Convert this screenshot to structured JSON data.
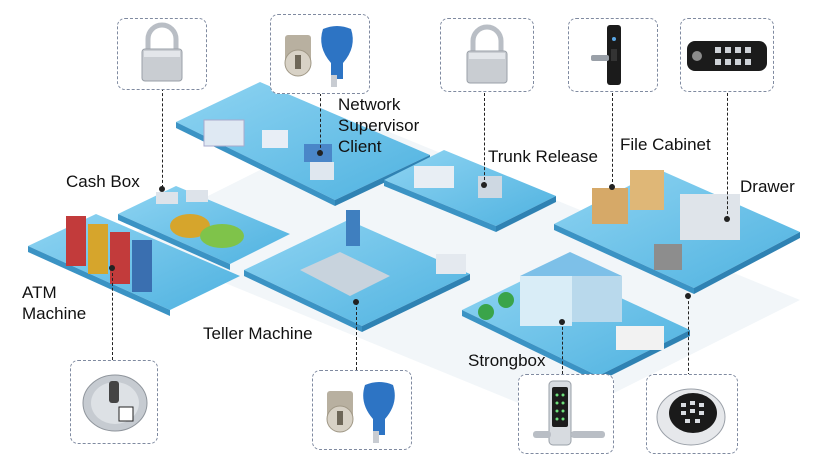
{
  "labels": {
    "network_supervisor": [
      "Network",
      "Supervisor",
      "Client"
    ],
    "cash_box": "Cash Box",
    "trunk_release": "Trunk Release",
    "file_cabinet": "File Cabinet",
    "drawer": "Drawer",
    "atm_machine": [
      "ATM",
      "Machine"
    ],
    "teller_machine": "Teller Machine",
    "strongbox": "Strongbox"
  },
  "product_icons": {
    "cash_box": "padlock-icon",
    "network_supervisor": "cam-lock-with-key-icon",
    "trunk_release": "padlock-icon",
    "file_cabinet": "electronic-keypad-lock-icon",
    "drawer": "keypad-cabinet-lock-icon",
    "atm_machine": "round-electronic-lock-icon",
    "teller_machine": "cam-lock-with-key-icon",
    "strongbox": "keypad-handle-lock-icon",
    "strongbox_dial": "round-keypad-safe-lock-icon"
  },
  "colors": {
    "platform_top": "#61bfe8",
    "platform_side": "#3b93c4",
    "leader_line": "#222222",
    "box_border": "#7f8aa0"
  }
}
